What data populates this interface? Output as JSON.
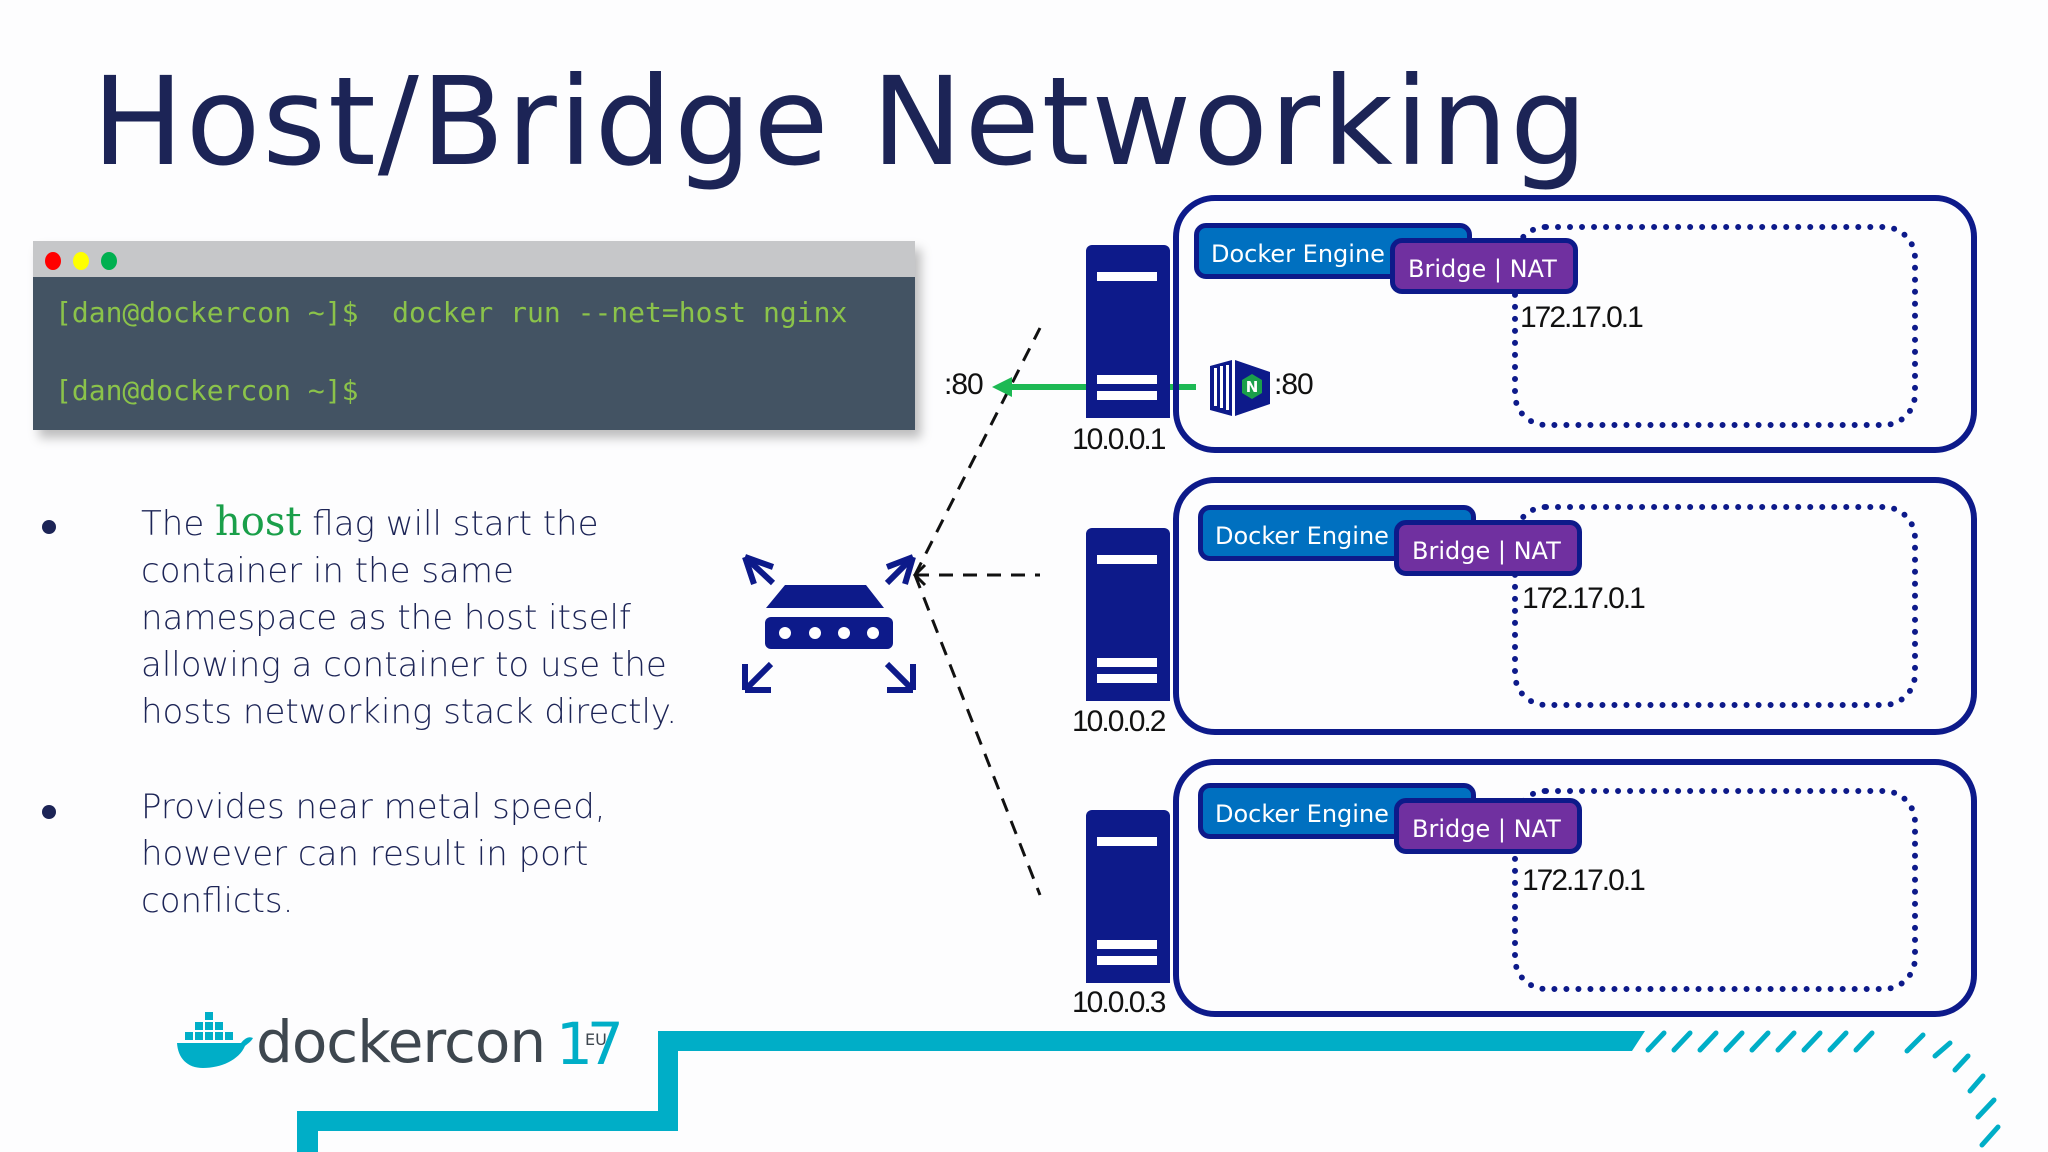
{
  "slide": {
    "title": "Host/Bridge Networking"
  },
  "terminal": {
    "window_dots": [
      "close",
      "minimize",
      "maximize"
    ],
    "colors": {
      "close": "#ff0000",
      "minimize": "#ffff00",
      "maximize": "#00b050",
      "prompt_text": "#8bc34a",
      "background": "#435363"
    },
    "lines": [
      "[dan@dockercon ~]$  docker run --net=host nginx",
      "[dan@dockercon ~]$"
    ]
  },
  "bullets": [
    {
      "prefix": "The ",
      "highlight": "host",
      "suffix": " flag will start the container in the same namespace as the host itself allowing a container to use the hosts networking stack directly."
    },
    {
      "text": "Provides near metal speed, however can result in port conflicts."
    }
  ],
  "diagram": {
    "switch_icon": "network-switch-icon",
    "external_port_label": ":80",
    "hosts": [
      {
        "ip": "10.0.0.1",
        "engine_label": "Docker Engine",
        "bridge_label": "Bridge | NAT",
        "bridge_subnet": "172.17.0.1",
        "container": {
          "icon": "nginx-container-icon",
          "badge": "N",
          "port": ":80"
        }
      },
      {
        "ip": "10.0.0.2",
        "engine_label": "Docker Engine",
        "bridge_label": "Bridge | NAT",
        "bridge_subnet": "172.17.0.1"
      },
      {
        "ip": "10.0.0.3",
        "engine_label": "Docker Engine",
        "bridge_label": "Bridge | NAT",
        "bridge_subnet": "172.17.0.1"
      }
    ],
    "colors": {
      "navy": "#0d1a8a",
      "engine": "#0070c0",
      "bridge": "#7030a0",
      "port_arrow": "#1db954"
    }
  },
  "footer": {
    "logo_word": "dockercon",
    "logo_year": "17",
    "logo_region": "EU",
    "accent": "#00aec7"
  }
}
